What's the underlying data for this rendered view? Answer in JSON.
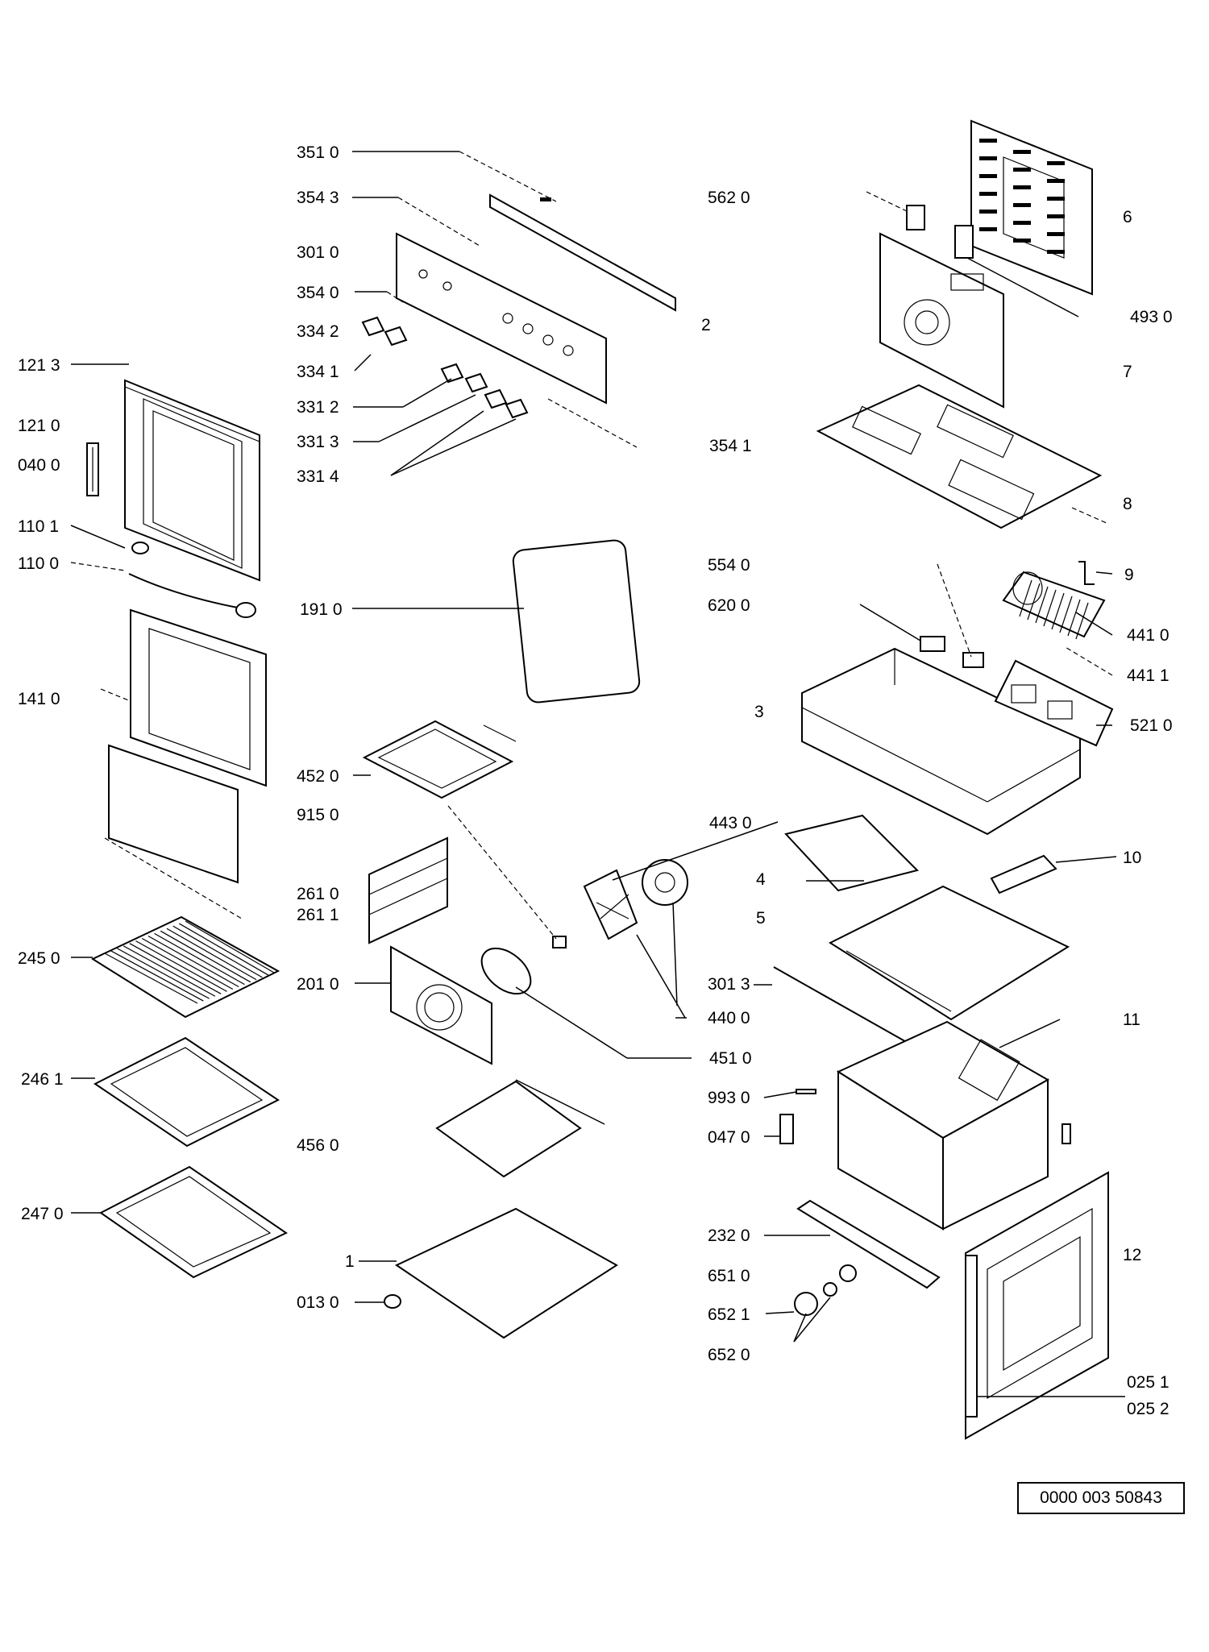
{
  "labels": {
    "l3510": "351 0",
    "l3543": "354 3",
    "l3010": "301 0",
    "l3540": "354 0",
    "l3342": "334 2",
    "l3341": "334 1",
    "l3312": "331 2",
    "l3313": "331 3",
    "l3314": "331 4",
    "l1213": "121 3",
    "l1210": "121 0",
    "l0400": "040 0",
    "l1101": "110 1",
    "l1100": "110 0",
    "l1410": "141 0",
    "l1910": "191 0",
    "l4520": "452 0",
    "l9150": "915 0",
    "l2610": "261 0",
    "l2611": "261 1",
    "l2450": "245 0",
    "l2010": "201 0",
    "l2461": "246 1",
    "l4560": "456 0",
    "l2470": "247 0",
    "l0130": "013 0",
    "l1": "1",
    "l5620": "562 0",
    "l5410": "354 1",
    "l5540": "554 0",
    "l6200": "620 0",
    "l4430": "443 0",
    "l3013": "301 3",
    "l4400": "440 0",
    "l4510": "451 0",
    "l9930": "993 0",
    "l0470": "047 0",
    "l2320": "232 0",
    "l6510": "651 0",
    "l6521": "652 1",
    "l6520": "652 0",
    "l2": "2",
    "l3": "3",
    "l4": "4",
    "l5": "5",
    "l6": "6",
    "l7": "7",
    "l8": "8",
    "l9": "9",
    "l10": "10",
    "l11": "11",
    "l12": "12",
    "l4930": "493 0",
    "l4410": "441 0",
    "l4411": "441 1",
    "l5210": "521 0",
    "l0251": "025 1",
    "l0252": "025 2"
  },
  "document_number": "0000 003 50843"
}
